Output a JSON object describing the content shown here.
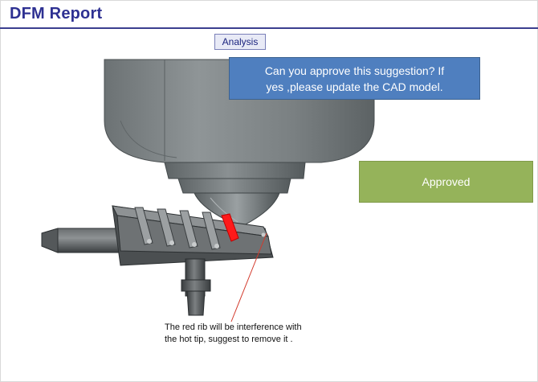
{
  "header": {
    "title": "DFM Report"
  },
  "tab": {
    "label": "Analysis"
  },
  "suggestion": {
    "line1": "Can you approve this suggestion? If",
    "line2": "yes ,please update the CAD model."
  },
  "status": {
    "label": "Approved"
  },
  "note": {
    "line1": "The red rib will be interference with",
    "line2": "the hot tip, suggest to remove it ."
  },
  "colors": {
    "title": "#2e3192",
    "suggestion_bg": "#4f7fbf",
    "approved_bg": "#95b35a",
    "rib": "#ff1a1a"
  }
}
